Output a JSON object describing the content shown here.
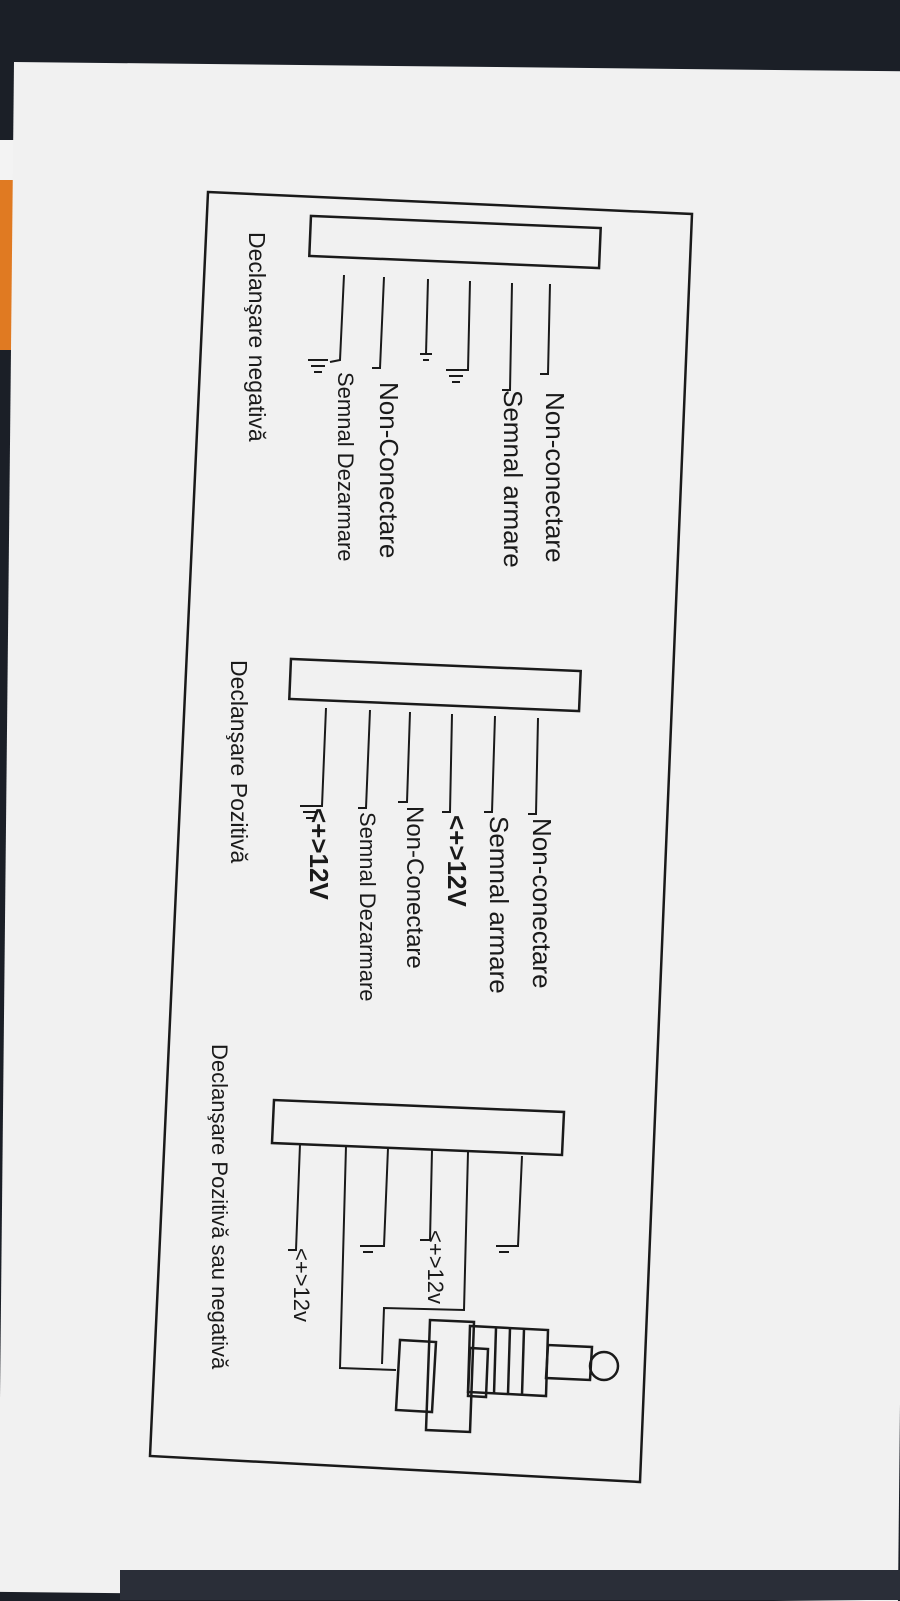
{
  "diagram": {
    "top_connector_labels": [
      "Non-conectare",
      "Semnal armare",
      "Non-Conectare",
      "Semnal Dezarmare"
    ],
    "middle_connector_labels": [
      "Non-conectare",
      "Semnal armare",
      "<+>12V",
      "Non-Conectare",
      "Semnal Dezarmare",
      "<+>12V"
    ],
    "bottom_connector_labels": [
      "<+>12v",
      "<+>12v"
    ],
    "captions": {
      "negative": "Declanşare negativă",
      "positive": "Declanşare Pozitivă",
      "positive_or_negative": "Declanşare Pozitivă sau negativă"
    }
  }
}
